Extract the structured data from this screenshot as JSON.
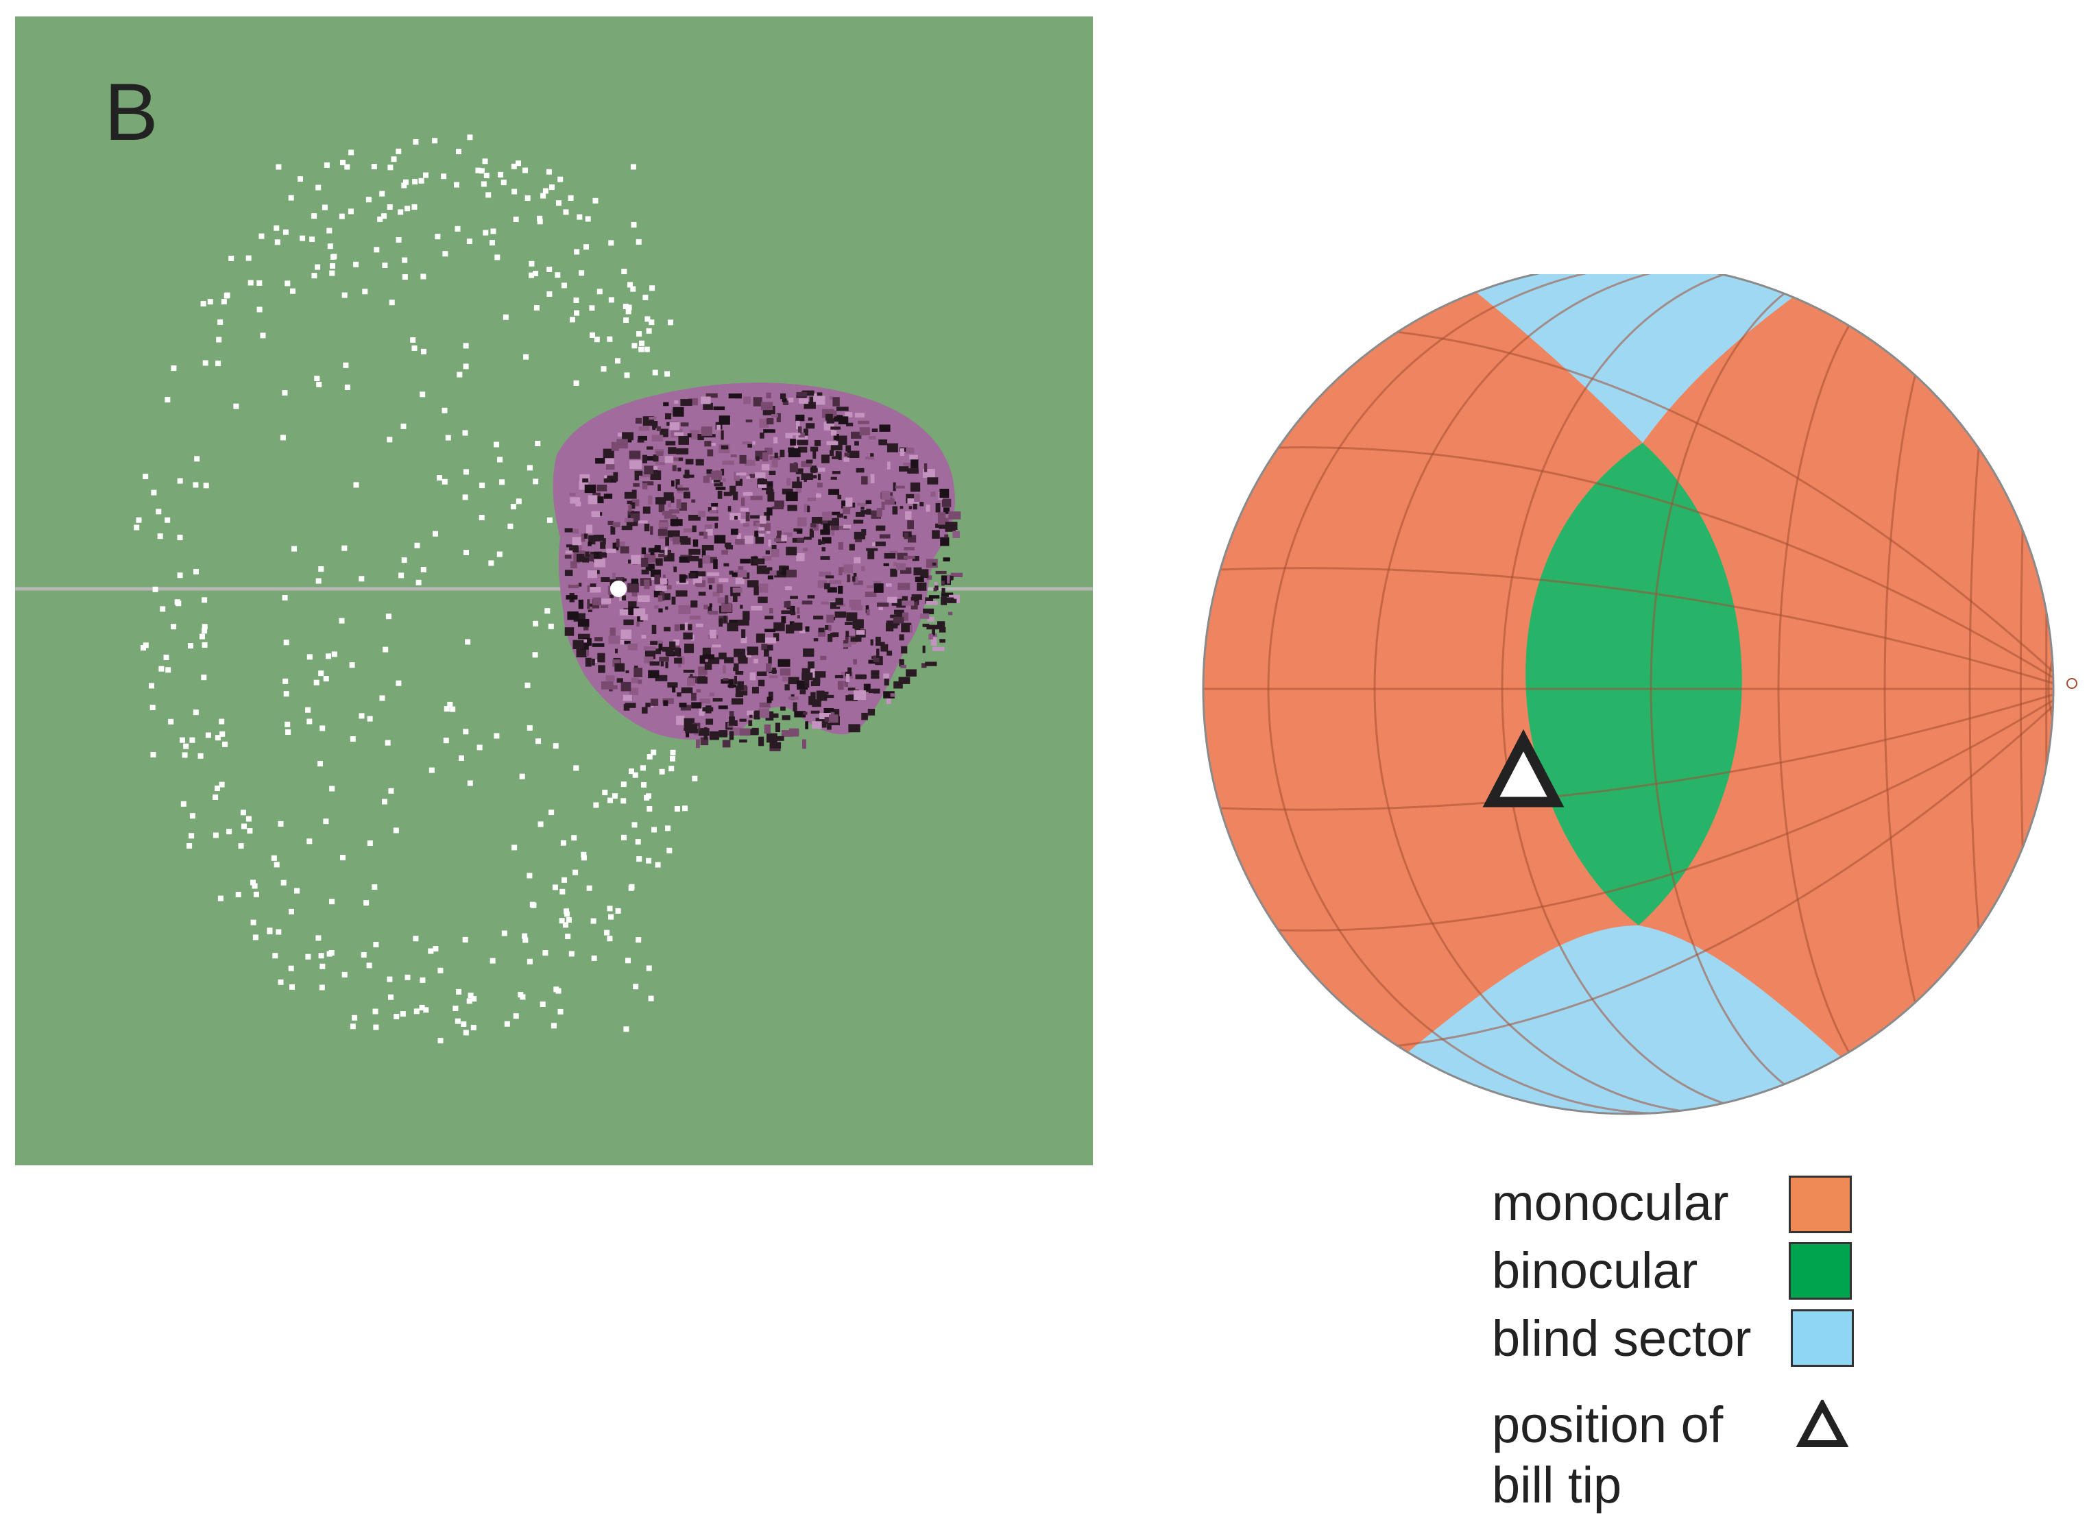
{
  "panel": {
    "letter": "B",
    "background_color": "#7aa776"
  },
  "visual_field": {
    "colors": {
      "monocular": "#ef8560",
      "binocular": "#27b469",
      "blind_sector": "#9fd8f2",
      "grid": "#a24f33",
      "bill_tip_marker": "#222222"
    }
  },
  "legend": {
    "items": [
      {
        "label": "monocular",
        "color": "#ef8a56"
      },
      {
        "label": "binocular",
        "color": "#00a44f"
      },
      {
        "label": "blind sector",
        "color": "#8fd6f5"
      }
    ],
    "bill_tip": {
      "line1": "position of",
      "line2": "bill tip",
      "icon": "triangle-outline-icon"
    }
  }
}
